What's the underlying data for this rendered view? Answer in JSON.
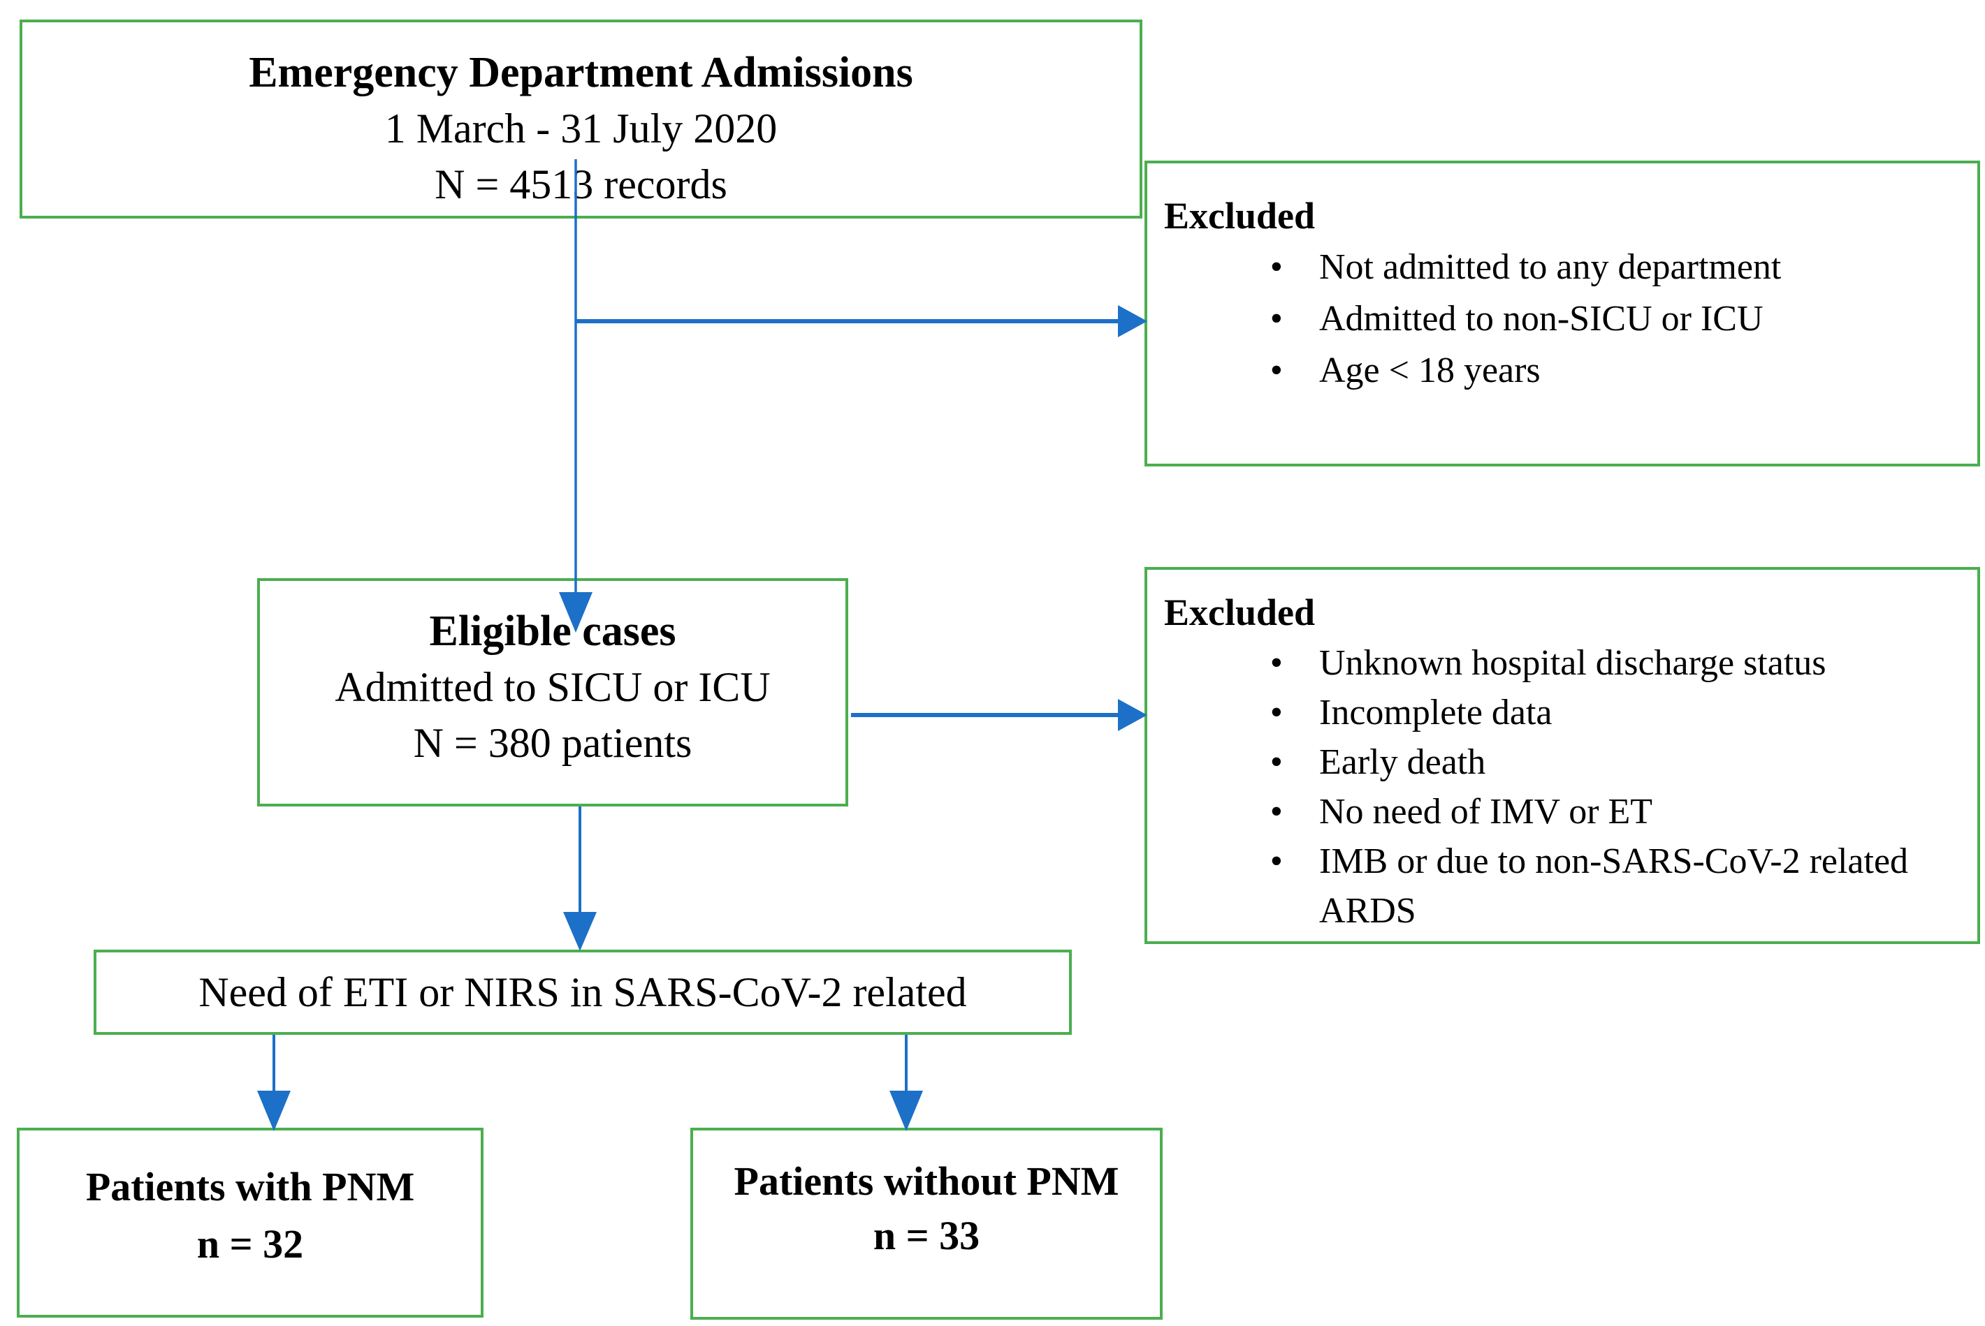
{
  "colors": {
    "box_border_green": "#4BAE4F",
    "arrow_blue": "#1C70C8",
    "text": "#000000",
    "background": "#FFFFFF"
  },
  "boxes": {
    "admissions": {
      "title": "Emergency Department Admissions",
      "period": "1 March - 31 July 2020",
      "count": "N = 4513 records"
    },
    "excluded_top": {
      "heading": "Excluded",
      "items": [
        "Not admitted to any department",
        "Admitted to non-SICU or ICU",
        "Age < 18 years"
      ]
    },
    "eligible": {
      "title": "Eligible cases",
      "subtitle": "Admitted to SICU or ICU",
      "count": "N = 380 patients"
    },
    "excluded_mid": {
      "heading": "Excluded",
      "items": [
        "Unknown hospital discharge status",
        "Incomplete data",
        "Early death",
        "No need of IMV or ET",
        "IMB or due to non-SARS-CoV-2 related ARDS"
      ]
    },
    "need": {
      "label": "Need of ETI or NIRS in SARS-CoV-2 related"
    },
    "with_pnm": {
      "title": "Patients with PNM",
      "count": "n = 32"
    },
    "without_pnm": {
      "title": "Patients without PNM",
      "count": "n = 33"
    }
  }
}
